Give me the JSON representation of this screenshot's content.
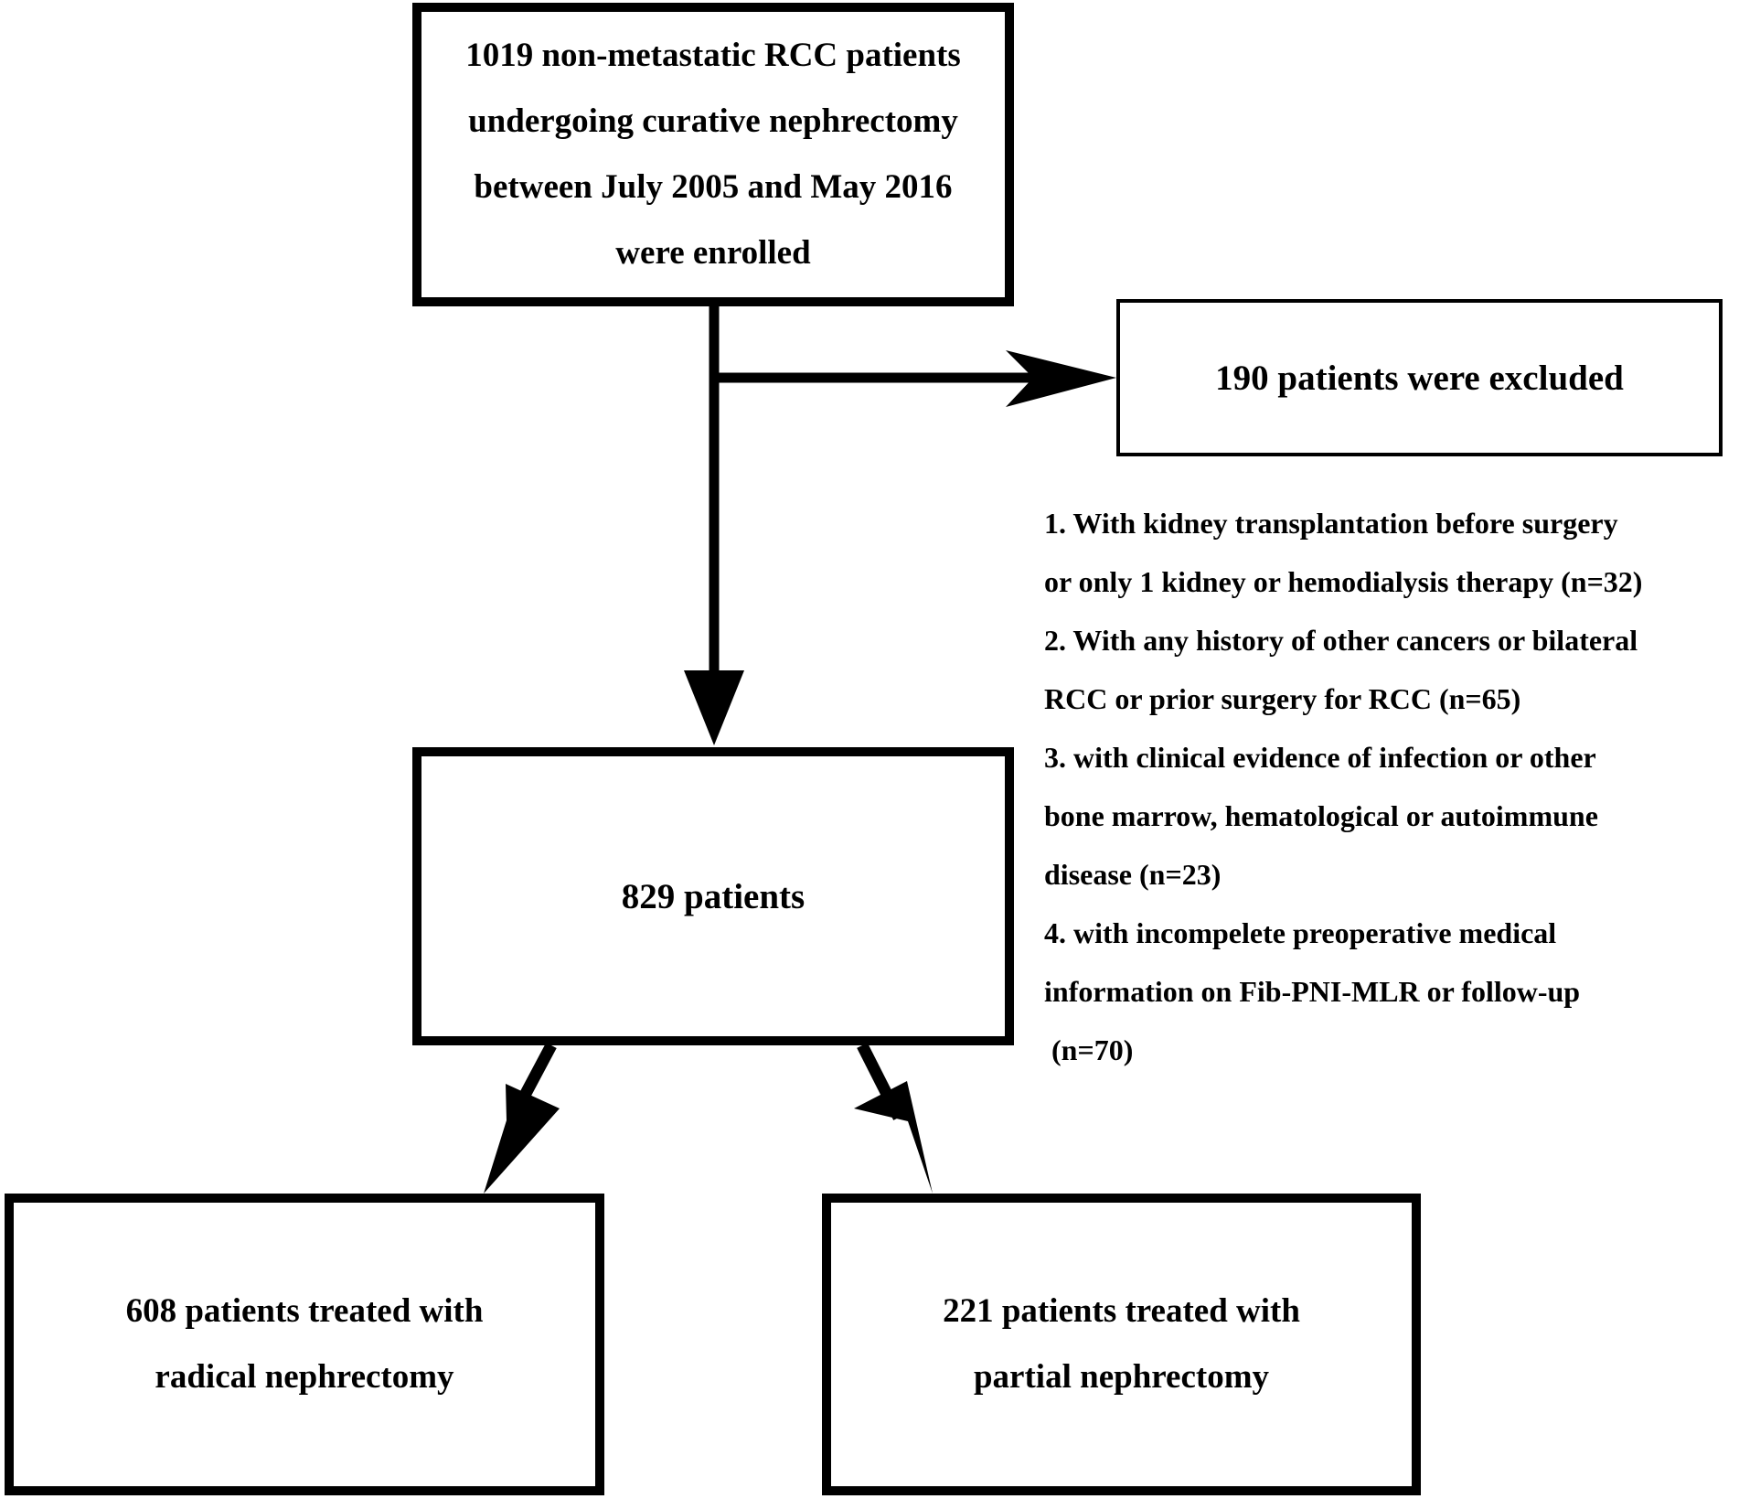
{
  "enrolled": {
    "lines": [
      "1019 non-metastatic RCC patients",
      "undergoing curative nephrectomy",
      "between July 2005 and May 2016",
      "were enrolled"
    ]
  },
  "excluded": {
    "label": "190 patients were excluded"
  },
  "exclusion_criteria": [
    "1. With kidney transplantation before  surgery",
    "or only 1 kidney or hemodialysis  therapy (n=32)",
    "2. With any history of other cancers or bilateral",
    "RCC or prior surgery for RCC (n=65)",
    "3. with clinical evidence of infection or other",
    "bone marrow, hematological or autoimmune",
    "disease (n=23)",
    "4. with incompelete preoperative medical",
    "information on Fib-PNI-MLR or follow-up",
    " (n=70)"
  ],
  "included": {
    "label": "829 patients"
  },
  "radical": {
    "lines": [
      "608 patients treated with",
      "radical nephrectomy"
    ]
  },
  "partial": {
    "lines": [
      "221 patients treated with",
      "partial nephrectomy"
    ]
  }
}
